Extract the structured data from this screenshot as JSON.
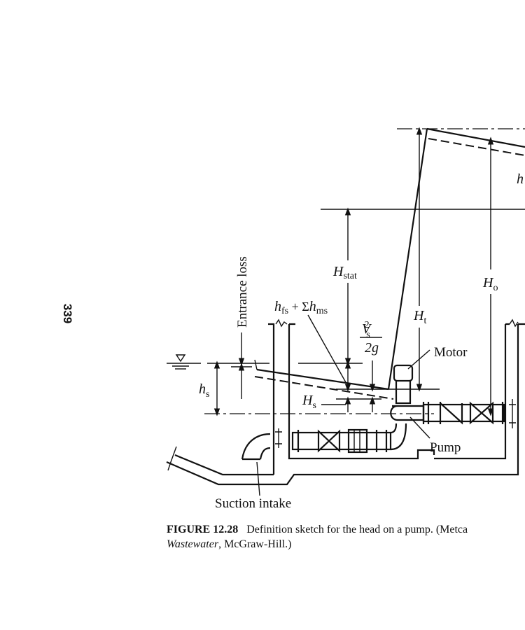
{
  "page_number": "339",
  "figure": {
    "labels": {
      "entrance_loss": "Entrance loss",
      "h_stat": "H",
      "h_stat_sub": "stat",
      "h_o": "H",
      "h_o_sub": "o",
      "h_t": "H",
      "h_t_sub": "t",
      "h_s_small": "h",
      "h_s_small_sub": "s",
      "h_s_big": "H",
      "h_s_big_sub": "s",
      "hfs_a": "h",
      "hfs_a_sub": "fs",
      "hfs_plus": " + Σ",
      "hfs_b": "h",
      "hfs_b_sub": "ms",
      "vs_num": "V",
      "vs_sup": "2",
      "vs_sub": "s",
      "vs_den": "2g",
      "motor": "Motor",
      "pump": "Pump",
      "suction_intake": "Suction intake",
      "hf_partial": "h"
    }
  },
  "caption": {
    "label": "FIGURE 12.28",
    "text": "Definition sketch for the head on a pump. (Metca",
    "line2_italic": "Wastewater",
    "line2_rest": ", McGraw-Hill.)"
  }
}
